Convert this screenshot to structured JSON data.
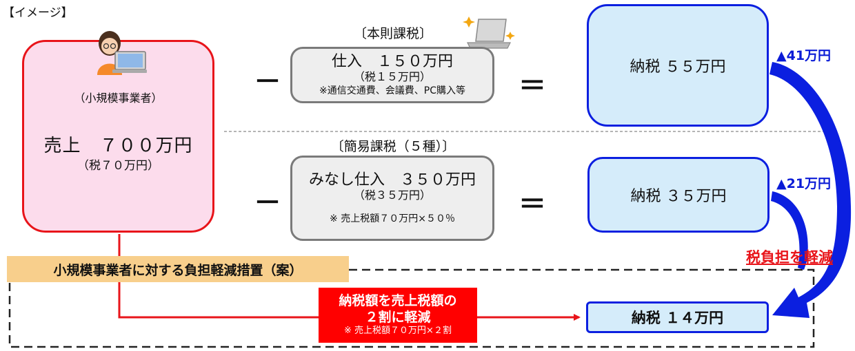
{
  "page_label": "【イメージ】",
  "seller": {
    "role": "（小規模事業者）",
    "sales": "売上　７００万円",
    "sales_tax": "（税７０万円）"
  },
  "honsoku": {
    "heading": "〔本則課税〕",
    "purchase": "仕入　１５０万円",
    "tax": "（税１５万円）",
    "note": "※通信交通費、会議費、PC購入等"
  },
  "kani": {
    "heading": "〔簡易課税（５種）〕",
    "purchase": "みなし仕入　３５０万円",
    "tax": "（税３５万円）",
    "note": "※ 売上税額７０万円×５０％"
  },
  "operators": {
    "minus": "－",
    "equals": "＝"
  },
  "results": {
    "honsoku_tax": "納税 ５５万円",
    "kani_tax": "納税 ３５万円",
    "proposal_tax": "納税 １４万円"
  },
  "reductions": {
    "first": "▲41万円",
    "second": "▲21万円",
    "summary": "税負担を軽減"
  },
  "measure": {
    "label": "小規模事業者に対する負担軽減措置（案）",
    "badge_line1": "納税額を売上税額の",
    "badge_line2": "２割に軽減",
    "badge_note": "※ 売上税額７０万円×２割"
  },
  "colors": {
    "red": "#e8141a",
    "blue": "#0b1fe0",
    "pink_fill": "#fcdcec",
    "blue_fill": "#d5ecfa",
    "gray_fill": "#eeeeee",
    "orange_fill": "#f8cf8c"
  },
  "icons": {
    "person": "person-with-laptop-icon",
    "laptop": "sparkling-laptop-icon"
  }
}
